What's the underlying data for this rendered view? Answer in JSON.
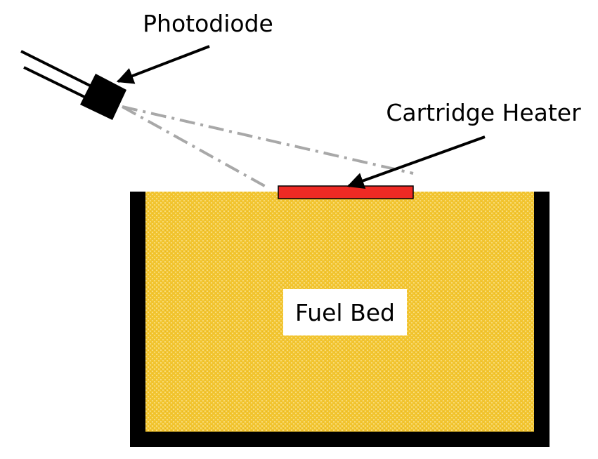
{
  "labels": {
    "photodiode": "Photodiode",
    "cartridge_heater": "Cartridge Heater",
    "fuel_bed": "Fuel Bed"
  },
  "colors": {
    "container": "#000000",
    "fuel": "#f2c530",
    "fuel_speckle": "#fff6d2",
    "heater_fill": "#ee2a24",
    "heater_border": "#000000",
    "sightline": "#a8a8a8",
    "label_box": "#ffffff",
    "text": "#000000"
  },
  "icons": {
    "sensor": "photodiode-icon",
    "heater": "cartridge-heater-icon"
  }
}
